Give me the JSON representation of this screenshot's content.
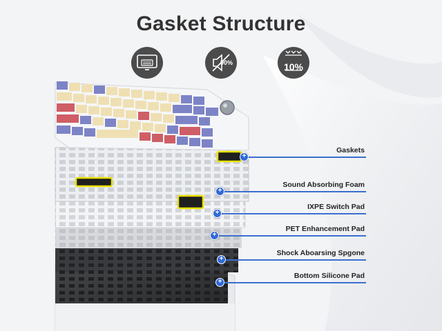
{
  "title": "Gasket Structure",
  "icons": [
    {
      "name": "keyboard-screen-icon"
    },
    {
      "name": "mute-percent-icon",
      "text": "90%"
    },
    {
      "name": "compress-percent-icon",
      "text": "10%"
    }
  ],
  "layers": [
    {
      "label": "Gaskets"
    },
    {
      "label": "Sound Absorbing Foam"
    },
    {
      "label": "IXPE Switch Pad"
    },
    {
      "label": "PET Enhancement Pad"
    },
    {
      "label": "Shock Aboarsing Spgone"
    },
    {
      "label": "Bottom Silicone Pad"
    }
  ],
  "colors": {
    "accent": "#2f6ad8",
    "keycap_cream": "#efe0b3",
    "keycap_purple": "#7d84c6",
    "keycap_red": "#cf5e66",
    "gasket_yellow": "#e8e000"
  }
}
